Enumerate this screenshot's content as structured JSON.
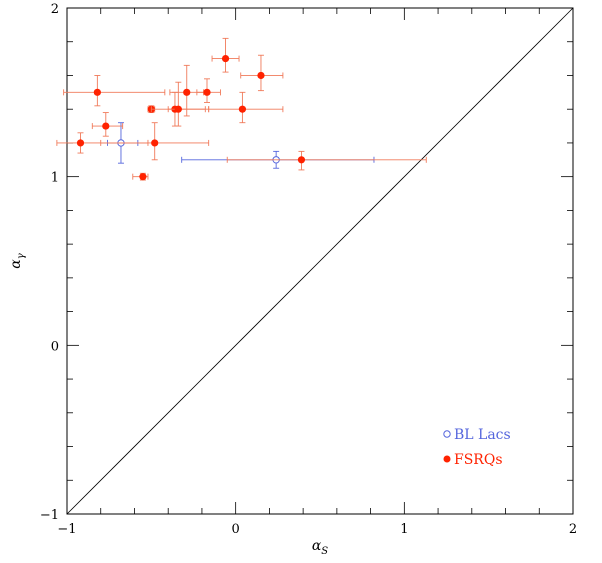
{
  "chart_data": {
    "type": "scatter",
    "title": "",
    "xlabel": "α",
    "xlabel_sub": "S",
    "ylabel": "α",
    "ylabel_sub": "γ",
    "xlim": [
      -1,
      2
    ],
    "ylim": [
      -1,
      2
    ],
    "x_ticks": [
      -1,
      0,
      1,
      2
    ],
    "y_ticks": [
      -1,
      0,
      1,
      2
    ],
    "x_tick_labels": [
      "−1",
      "0",
      "1",
      "2"
    ],
    "y_tick_labels": [
      "−1",
      "0",
      "1",
      "2"
    ],
    "reference_line": "y = x",
    "legend_position": "bottom-right",
    "colors": {
      "bl_lacs": "#5566dd",
      "fsrqs": "#ff2200",
      "fsrqs_error": "#f07a5a"
    },
    "series": [
      {
        "name": "BL Lacs",
        "marker": "open-circle",
        "points": [
          {
            "x": -0.68,
            "y": 1.2,
            "x_err": [
              0.08,
              0.1
            ],
            "y_err": [
              0.12,
              0.12
            ]
          },
          {
            "x": 0.24,
            "y": 1.1,
            "x_err": [
              0.56,
              0.58
            ],
            "y_err": [
              0.05,
              0.05
            ]
          }
        ]
      },
      {
        "name": "FSRQs",
        "marker": "filled-circle",
        "points": [
          {
            "x": -0.06,
            "y": 1.7,
            "x_err": [
              0.08,
              0.08
            ],
            "y_err": [
              0.08,
              0.12
            ]
          },
          {
            "x": 0.15,
            "y": 1.6,
            "x_err": [
              0.12,
              0.13
            ],
            "y_err": [
              0.09,
              0.12
            ]
          },
          {
            "x": -0.82,
            "y": 1.5,
            "x_err": [
              0.2,
              0.4
            ],
            "y_err": [
              0.08,
              0.1
            ]
          },
          {
            "x": -0.29,
            "y": 1.5,
            "x_err": [
              0.1,
              0.1
            ],
            "y_err": [
              0.14,
              0.16
            ]
          },
          {
            "x": -0.17,
            "y": 1.5,
            "x_err": [
              0.06,
              0.08
            ],
            "y_err": [
              0.06,
              0.08
            ]
          },
          {
            "x": -0.5,
            "y": 1.4,
            "x_err": [
              0.02,
              0.02
            ],
            "y_err": [
              0.02,
              0.02
            ]
          },
          {
            "x": -0.36,
            "y": 1.4,
            "x_err": [
              0.04,
              0.18
            ],
            "y_err": [
              0.1,
              0.1
            ]
          },
          {
            "x": -0.34,
            "y": 1.4,
            "x_err": [
              0.16,
              0.18
            ],
            "y_err": [
              0.1,
              0.16
            ]
          },
          {
            "x": 0.04,
            "y": 1.4,
            "x_err": [
              0.2,
              0.24
            ],
            "y_err": [
              0.08,
              0.1
            ]
          },
          {
            "x": -0.77,
            "y": 1.3,
            "x_err": [
              0.08,
              0.1
            ],
            "y_err": [
              0.06,
              0.08
            ]
          },
          {
            "x": -0.92,
            "y": 1.2,
            "x_err": [
              0.14,
              0.4
            ],
            "y_err": [
              0.06,
              0.06
            ]
          },
          {
            "x": -0.48,
            "y": 1.2,
            "x_err": [
              0.32,
              0.32
            ],
            "y_err": [
              0.1,
              0.12
            ]
          },
          {
            "x": 0.39,
            "y": 1.1,
            "x_err": [
              0.44,
              0.74
            ],
            "y_err": [
              0.06,
              0.05
            ]
          },
          {
            "x": -0.55,
            "y": 1.0,
            "x_err": [
              0.06,
              0.03
            ],
            "y_err": [
              0.02,
              0.02
            ]
          }
        ]
      }
    ],
    "legend": [
      {
        "label": "BL Lacs",
        "marker": "open-circle"
      },
      {
        "label": "FSRQs",
        "marker": "filled-circle"
      }
    ]
  }
}
